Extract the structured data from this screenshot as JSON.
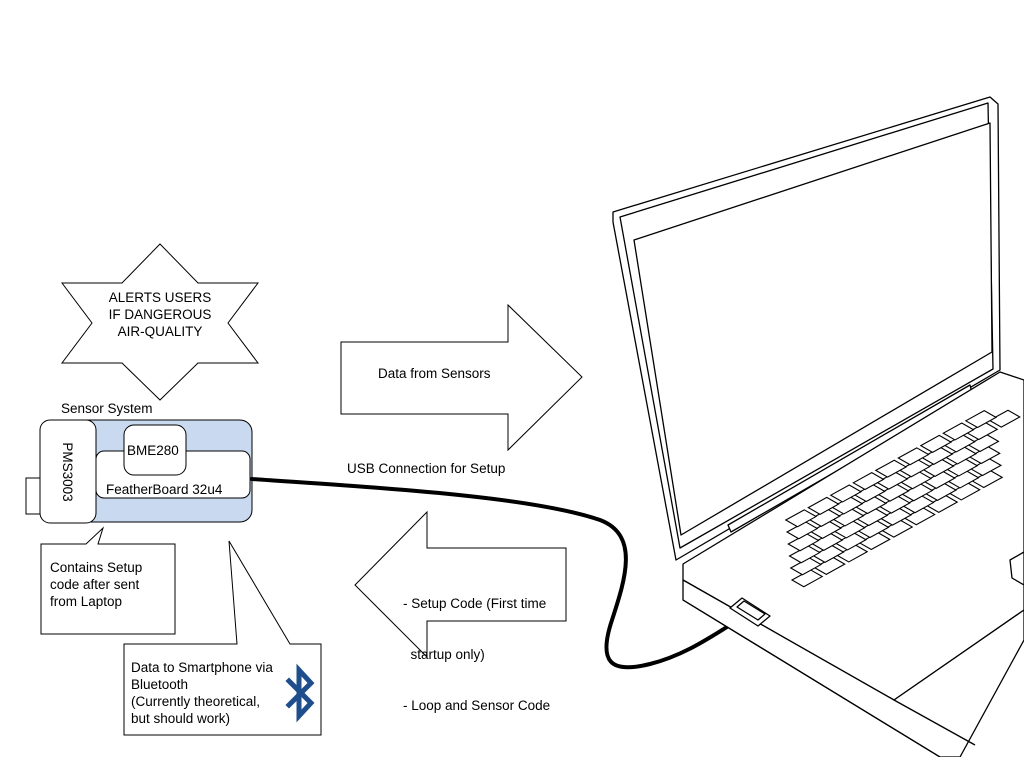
{
  "alert": {
    "lines": [
      "ALERTS USERS",
      "IF DANGEROUS",
      "AIR-QUALITY"
    ]
  },
  "sensor_system": {
    "title": "Sensor System",
    "pms_label": "PMS3003",
    "bme_label": "BME280",
    "feather_label": "FeatherBoard 32u4"
  },
  "data_arrow": {
    "label": "Data from Sensors"
  },
  "usb": {
    "label": "USB Connection for Setup"
  },
  "setup_arrow": {
    "lines": [
      "- Setup Code (First time",
      "  startup only)",
      "- Loop and Sensor Code"
    ]
  },
  "setup_callout": {
    "lines": [
      "Contains Setup",
      "code after sent",
      "from Laptop"
    ]
  },
  "bluetooth_callout": {
    "lines": [
      "Data to Smartphone via",
      "Bluetooth",
      "(Currently theoretical,",
      "but should work)"
    ],
    "icon": "bluetooth-icon",
    "icon_color": "#1f4e8c"
  },
  "colors": {
    "board_fill": "#c9daf0",
    "outline": "#000000"
  }
}
